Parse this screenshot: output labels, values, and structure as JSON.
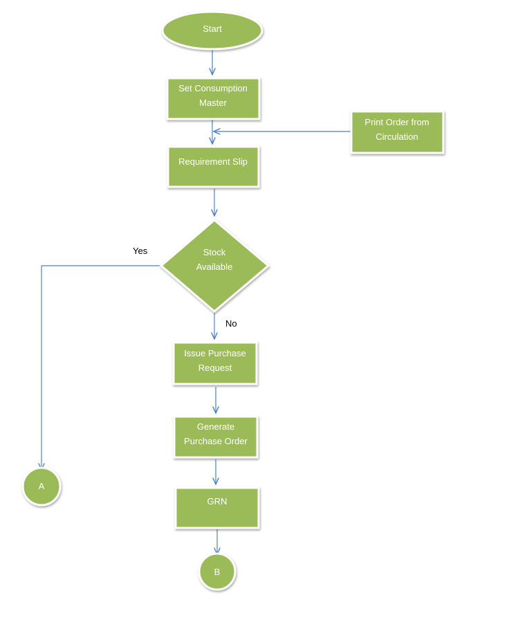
{
  "colors": {
    "node_fill": "#9BBB59",
    "node_border": "#ffffff",
    "node_text": "#ffffff",
    "connector": "#4F81BD",
    "label_text": "#000000"
  },
  "nodes": {
    "start": {
      "shape": "oval",
      "lines": [
        "Start"
      ]
    },
    "set_consumption_master": {
      "shape": "rectangle",
      "lines": [
        "Set Consumption",
        "Master"
      ]
    },
    "print_order_from_circulation": {
      "shape": "rectangle",
      "lines": [
        "Print Order from",
        "Circulation"
      ]
    },
    "requirement_slip": {
      "shape": "rectangle",
      "lines": [
        "Requirement Slip"
      ]
    },
    "stock_available": {
      "shape": "diamond",
      "lines": [
        "Stock",
        "Available"
      ]
    },
    "issue_purchase_request": {
      "shape": "rectangle",
      "lines": [
        "Issue Purchase",
        "Request"
      ]
    },
    "generate_purchase_order": {
      "shape": "rectangle",
      "lines": [
        "Generate",
        "Purchase Order"
      ]
    },
    "grn": {
      "shape": "rectangle",
      "lines": [
        "GRN"
      ]
    },
    "connector_a": {
      "shape": "circle",
      "lines": [
        "A"
      ]
    },
    "connector_b": {
      "shape": "circle",
      "lines": [
        "B"
      ]
    }
  },
  "edges": [
    {
      "from": "start",
      "to": "set_consumption_master",
      "label": ""
    },
    {
      "from": "set_consumption_master",
      "to": "requirement_slip",
      "label": ""
    },
    {
      "from": "print_order_from_circulation",
      "to": "requirement_slip",
      "label": ""
    },
    {
      "from": "requirement_slip",
      "to": "stock_available",
      "label": ""
    },
    {
      "from": "stock_available",
      "to": "connector_a",
      "label": "Yes"
    },
    {
      "from": "stock_available",
      "to": "issue_purchase_request",
      "label": "No"
    },
    {
      "from": "issue_purchase_request",
      "to": "generate_purchase_order",
      "label": ""
    },
    {
      "from": "generate_purchase_order",
      "to": "grn",
      "label": ""
    },
    {
      "from": "grn",
      "to": "connector_b",
      "label": ""
    }
  ]
}
